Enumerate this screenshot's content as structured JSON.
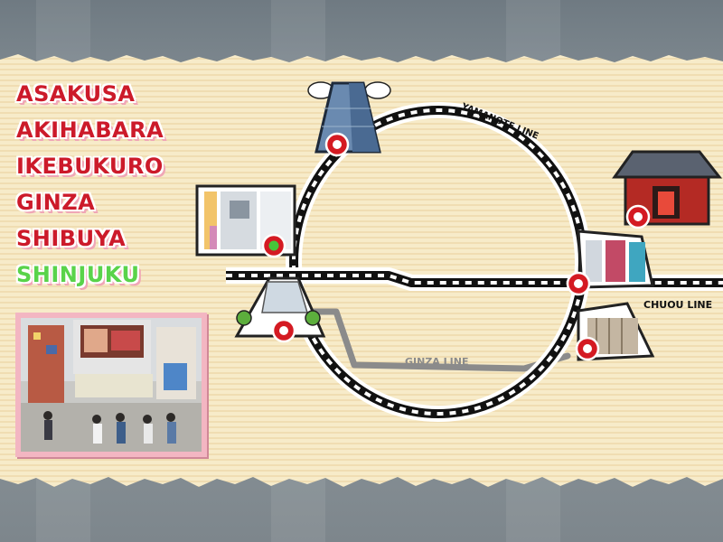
{
  "menu": {
    "items": [
      {
        "label": "ASAKUSA",
        "selected": false
      },
      {
        "label": "AKIHABARA",
        "selected": false
      },
      {
        "label": "IKEBUKURO",
        "selected": false
      },
      {
        "label": "GINZA",
        "selected": false
      },
      {
        "label": "SHIBUYA",
        "selected": false
      },
      {
        "label": "SHINJUKU",
        "selected": true
      }
    ]
  },
  "map": {
    "lines": {
      "yamanote": "YAMANOTE LINE",
      "chuou": "CHUOU LINE",
      "ginza": "GINZA LINE"
    }
  },
  "preview": {
    "alt_subject": "street-scene"
  },
  "colors": {
    "menu_text": "#cc1a2a",
    "menu_selected": "#59d34a",
    "menu_shadow": "#f0a6b6",
    "paper": "#f7ebc9",
    "station_ring": "#d41a22",
    "station_selected": "#48c63a",
    "track": "#111111",
    "ginza_line": "#8b8b8b"
  }
}
